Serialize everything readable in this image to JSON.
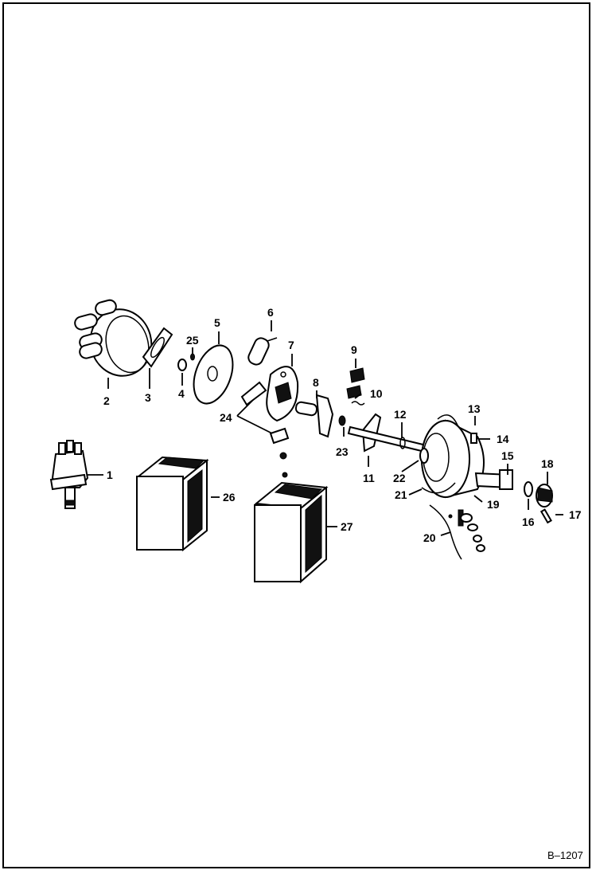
{
  "diagram": {
    "callouts": [
      "1",
      "2",
      "3",
      "4",
      "5",
      "6",
      "7",
      "8",
      "9",
      "10",
      "11",
      "12",
      "13",
      "14",
      "15",
      "16",
      "17",
      "18",
      "19",
      "20",
      "21",
      "22",
      "23",
      "24",
      "25",
      "26",
      "27"
    ],
    "drawing_code": "B–1207"
  }
}
